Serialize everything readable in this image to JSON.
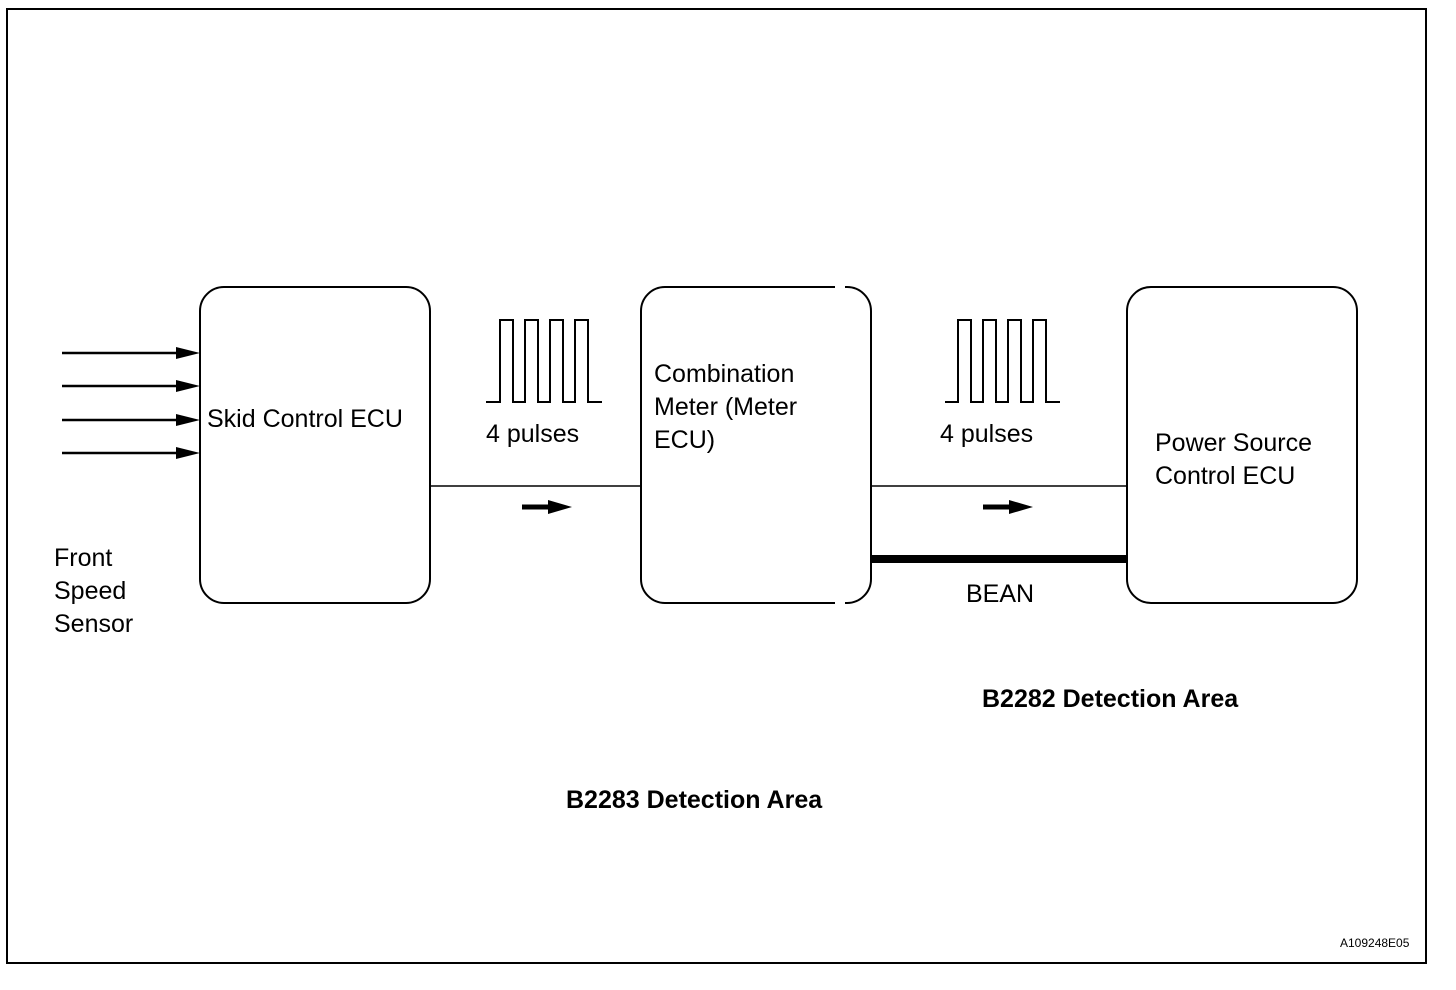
{
  "sensor_label": "Front\nSpeed\nSensor",
  "skid_ecu_label": "Skid Control ECU",
  "meter_ecu_label": "Combination\nMeter (Meter\nECU)",
  "power_ecu_label": "Power Source\nControl ECU",
  "pulses_left_label": "4 pulses",
  "pulses_right_label": "4 pulses",
  "bean_label": "BEAN",
  "b2282_label": "B2282 Detection Area",
  "b2283_label": "B2283 Detection Area",
  "figure_code": "A109248E05"
}
